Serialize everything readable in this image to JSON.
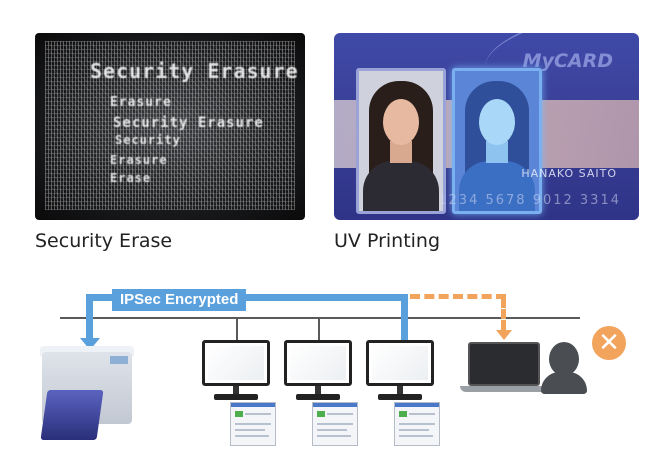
{
  "top": {
    "security_erase": {
      "caption": "Security Erase",
      "scrambled_lines": [
        "Security Erasure",
        "Erasure",
        "Security Erasure",
        "Security",
        "Erasure",
        "Erase"
      ]
    },
    "uv_printing": {
      "caption": "UV Printing",
      "brand": "MyCARD",
      "name": "HANAKO SAITO",
      "number": "1234 5678 9012 3314"
    }
  },
  "diagram": {
    "ipsec_label": "IPSec Encrypted",
    "colors": {
      "ipsec": "#5aa0dc",
      "blocked": "#f2a35c",
      "network": "#5a5a5a"
    },
    "icons": [
      "card-printer-icon",
      "monitor-icon",
      "laptop-icon",
      "person-icon",
      "deny-x-icon"
    ]
  }
}
